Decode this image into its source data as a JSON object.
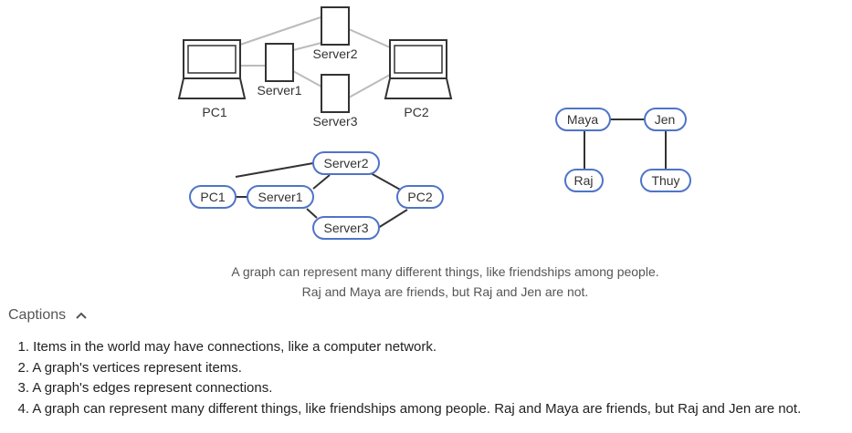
{
  "network_diagram": {
    "pc1_label": "PC1",
    "pc2_label": "PC2",
    "server1_label": "Server1",
    "server2_label": "Server2",
    "server3_label": "Server3"
  },
  "graph_diagram": {
    "pc1": "PC1",
    "server1": "Server1",
    "server2": "Server2",
    "server3": "Server3",
    "pc2": "PC2"
  },
  "friend_graph": {
    "maya": "Maya",
    "jen": "Jen",
    "raj": "Raj",
    "thuy": "Thuy"
  },
  "figure_caption": {
    "line1": "A graph can represent many different things, like friendships among people.",
    "line2": "Raj and Maya are friends, but Raj and Jen are not."
  },
  "captions": {
    "toggle_label": "Captions",
    "toggle_icon": "chevron-up-icon",
    "items": [
      {
        "num": "1.",
        "text": "Items in the world may have connections, like a computer network."
      },
      {
        "num": "2.",
        "text": "A graph's vertices represent items."
      },
      {
        "num": "3.",
        "text": "A graph's edges represent connections."
      },
      {
        "num": "4.",
        "text": "A graph can represent many different things, like friendships among people. Raj and Maya are friends, but Raj and Jen are not."
      }
    ]
  },
  "colors": {
    "node_border": "#4f74c8",
    "network_line": "#bbbbbb",
    "edge": "#333333"
  }
}
